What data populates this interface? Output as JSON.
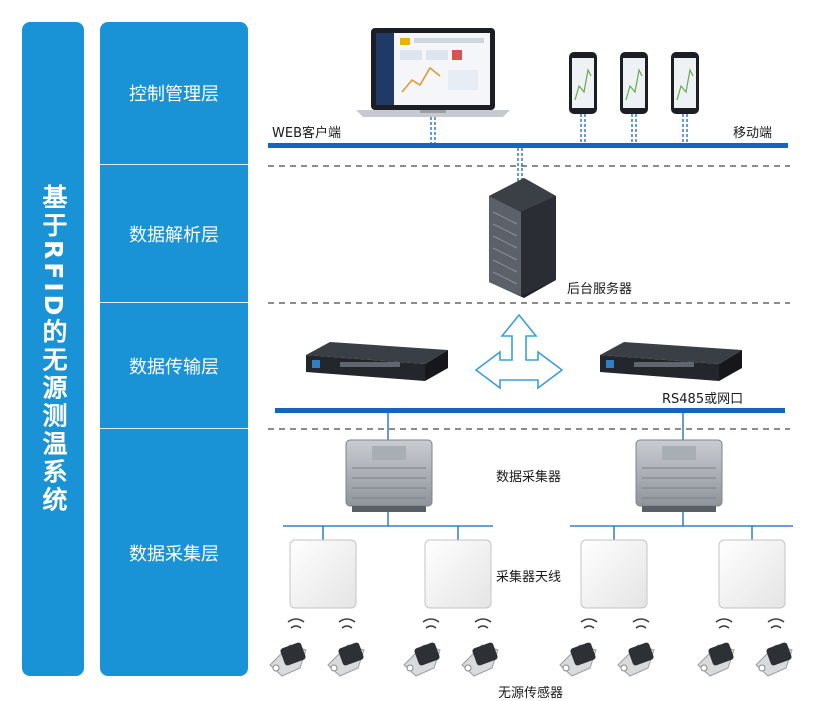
{
  "system_title": "基于RFID的无源测温系统",
  "layers": [
    {
      "label": "控制管理层"
    },
    {
      "label": "数据解析层"
    },
    {
      "label": "数据传输层"
    },
    {
      "label": "数据采集层"
    }
  ],
  "labels": {
    "web_client": "WEB客户端",
    "mobile": "移动端",
    "server": "后台服务器",
    "rs485": "RS485或网口",
    "collector": "数据采集器",
    "antenna": "采集器天线",
    "sensor": "无源传感器"
  },
  "colors": {
    "layer_bg": "#1a92d6",
    "bus_line": "#1565c0",
    "device_dark": "#2b2f36",
    "antenna_bg": "#f2f2f2"
  }
}
